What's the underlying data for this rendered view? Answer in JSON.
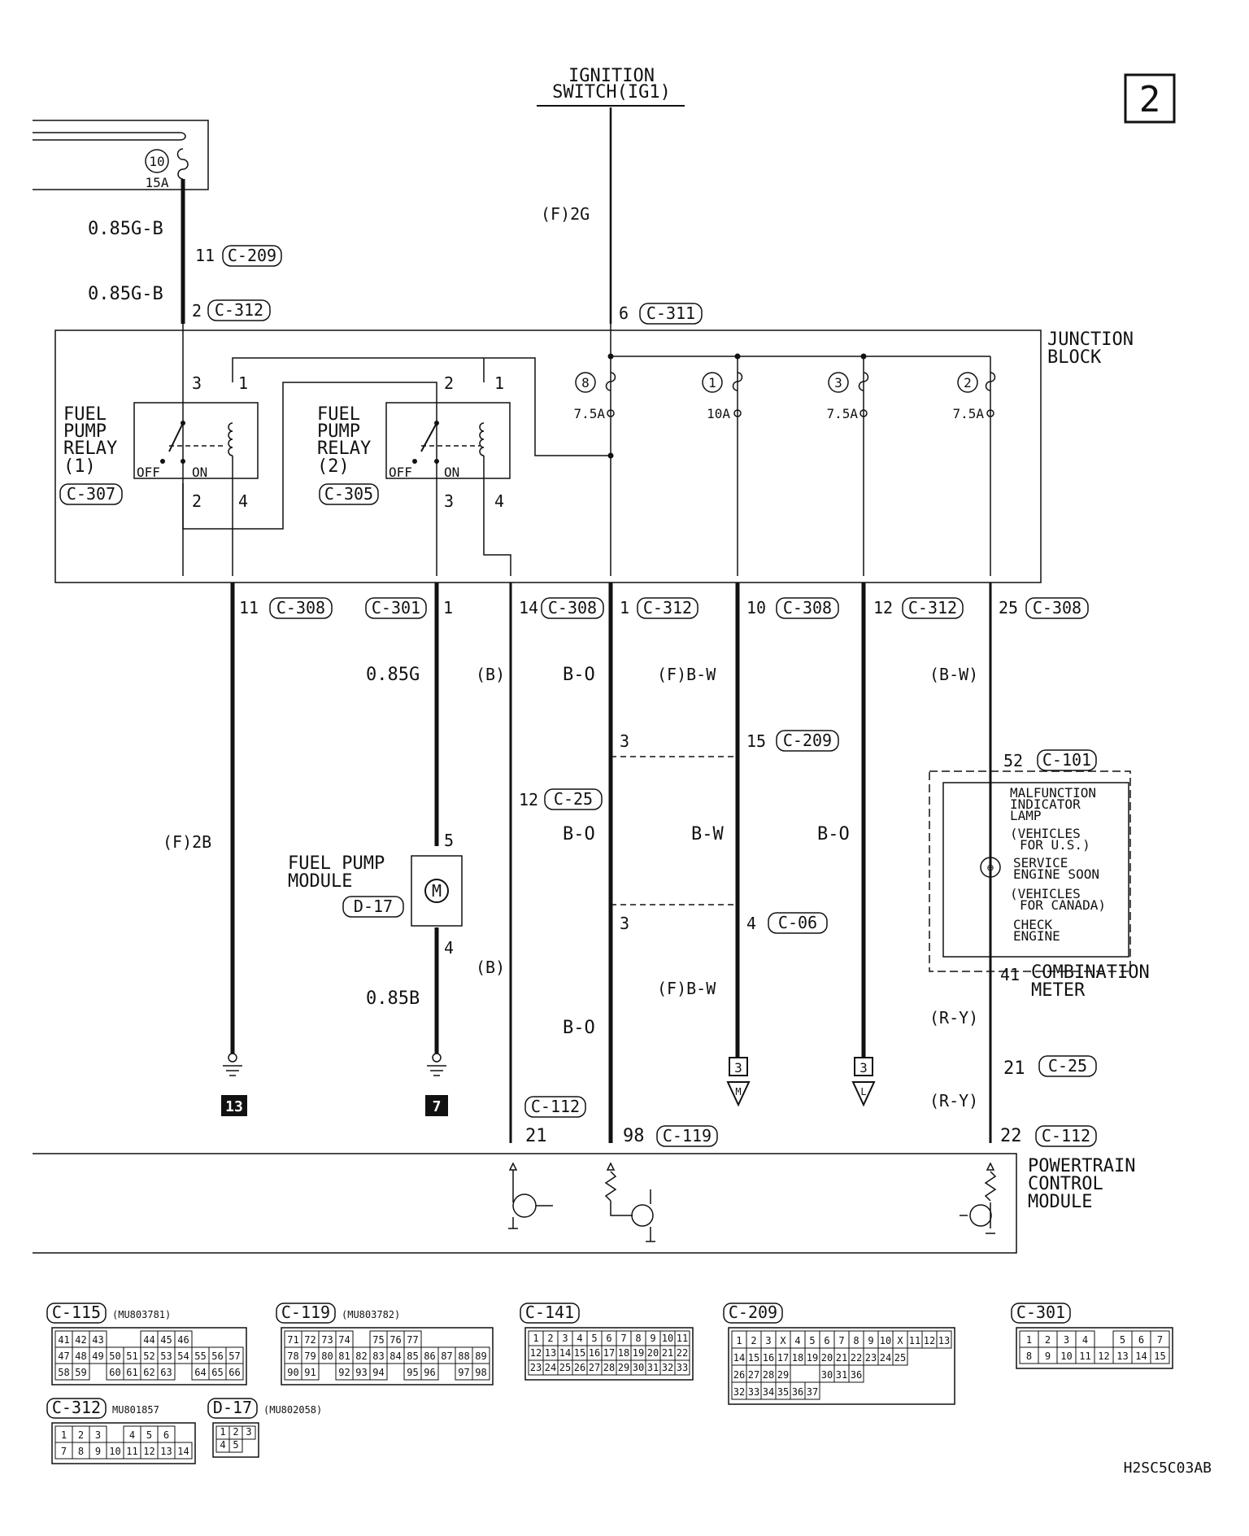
{
  "page_number": "2",
  "figure_code": "H2SC5C03AB",
  "ignition": {
    "line1": "IGNITION",
    "line2": "SWITCH(IG1)"
  },
  "left_fuse": {
    "number": "10",
    "rating": "15A"
  },
  "wire_labels": {
    "top_left_1": "0.85G-B",
    "top_left_2": "0.85G-B",
    "ign_wire": "(F)2G",
    "w1_mid": "(F)2B",
    "w2_top": "0.85G",
    "w2_bot": "0.85B",
    "w3_top": "(B)",
    "w3_bot": "(B)",
    "w4_top": "B-O",
    "w4_mid": "B-O",
    "w4_bot": "B-O",
    "w5_top": "(F)B-W",
    "w5_mid": "B-W",
    "w5_bot": "(F)B-W",
    "w6_mid": "B-O",
    "w7_top": "(B-W)",
    "w7_mid": "(R-Y)",
    "w7_bot": "(R-Y)"
  },
  "pins": {
    "p11": "11",
    "p2": "2",
    "p6": "6",
    "r1_3": "3",
    "r1_1": "1",
    "r1_2": "2",
    "r1_4": "4",
    "r2_2": "2",
    "r2_1": "1",
    "r2_3": "3",
    "r2_4": "4",
    "b11": "11",
    "b1": "1",
    "b14": "14",
    "b1b": "1",
    "b10": "10",
    "b12": "12",
    "b25": "25",
    "j3a": "3",
    "j15": "15",
    "j12": "12",
    "j3b": "3",
    "j4": "4",
    "m5": "5",
    "m4": "4",
    "c52": "52",
    "c41": "41",
    "c21": "21",
    "c22": "22",
    "e21": "21",
    "e98": "98"
  },
  "connectors": {
    "c209a": "C-209",
    "c312a": "C-312",
    "c311": "C-311",
    "c307": "C-307",
    "c305": "C-305",
    "c308a": "C-308",
    "c301a": "C-301",
    "c308b": "C-308",
    "c312b": "C-312",
    "c308c": "C-308",
    "c312c": "C-312",
    "c308d": "C-308",
    "c209b": "C-209",
    "c25a": "C-25",
    "c06": "C-06",
    "c101": "C-101",
    "c25b": "C-25",
    "c112a": "C-112",
    "c119a": "C-119",
    "c112b": "C-112",
    "d17": "D-17"
  },
  "junction_block": {
    "line1": "JUNCTION",
    "line2": "BLOCK"
  },
  "relay1": {
    "l1": "FUEL",
    "l2": "PUMP",
    "l3": "RELAY",
    "l4": "(1)",
    "off": "OFF",
    "on": "ON"
  },
  "relay2": {
    "l1": "FUEL",
    "l2": "PUMP",
    "l3": "RELAY",
    "l4": "(2)",
    "off": "OFF",
    "on": "ON"
  },
  "fuses": [
    {
      "number": "8",
      "rating": "7.5A"
    },
    {
      "number": "1",
      "rating": "10A"
    },
    {
      "number": "3",
      "rating": "7.5A"
    },
    {
      "number": "2",
      "rating": "7.5A"
    }
  ],
  "fuel_pump_module": {
    "line1": "FUEL PUMP",
    "line2": "MODULE",
    "motor": "M"
  },
  "meter": {
    "lines": [
      "MALFUNCTION",
      "INDICATOR",
      "LAMP",
      "(VEHICLES",
      "FOR U.S.)",
      "SERVICE",
      "ENGINE SOON",
      "(VEHICLES",
      "FOR CANADA)",
      "CHECK",
      "ENGINE"
    ],
    "combo1": "COMBINATION",
    "combo2": "METER"
  },
  "grounds": {
    "g13": "13",
    "g7": "7"
  },
  "refs": {
    "r1_num": "3",
    "r1_letter": "M",
    "r2_num": "3",
    "r2_letter": "L"
  },
  "pcm": {
    "line1": "POWERTRAIN",
    "line2": "CONTROL",
    "line3": "MODULE"
  },
  "connector_views": [
    {
      "name": "C-115",
      "part": "(MU803781)",
      "rows": [
        [
          "41",
          "42",
          "43",
          "",
          "",
          "44",
          "45",
          "46"
        ],
        [
          "47",
          "48",
          "49",
          "50",
          "51",
          "52",
          "53",
          "54",
          "55",
          "56",
          "57"
        ],
        [
          "58",
          "59",
          "",
          "60",
          "61",
          "62",
          "63",
          "",
          "64",
          "65",
          "66"
        ]
      ]
    },
    {
      "name": "C-119",
      "part": "(MU803782)",
      "rows": [
        [
          "71",
          "72",
          "73",
          "74",
          "",
          "75",
          "76",
          "77"
        ],
        [
          "78",
          "79",
          "80",
          "81",
          "82",
          "83",
          "84",
          "85",
          "86",
          "87",
          "88",
          "89"
        ],
        [
          "90",
          "91",
          "",
          "92",
          "93",
          "94",
          "",
          "95",
          "96",
          "",
          "97",
          "98"
        ]
      ]
    },
    {
      "name": "C-141",
      "part": "",
      "rows": [
        [
          "1",
          "2",
          "3",
          "4",
          "5",
          "6",
          "7",
          "8",
          "9",
          "10",
          "11"
        ],
        [
          "12",
          "13",
          "14",
          "15",
          "16",
          "17",
          "18",
          "19",
          "20",
          "21",
          "22"
        ],
        [
          "23",
          "24",
          "25",
          "26",
          "27",
          "28",
          "29",
          "30",
          "31",
          "32",
          "33"
        ]
      ]
    },
    {
      "name": "C-209",
      "part": "",
      "rows": [
        [
          "1",
          "2",
          "3",
          "X",
          "4",
          "5",
          "6",
          "7",
          "8",
          "9",
          "10",
          "X",
          "11",
          "12",
          "13"
        ],
        [
          "14",
          "15",
          "16",
          "17",
          "18",
          "19",
          "20",
          "21",
          "22",
          "23",
          "24",
          "25"
        ],
        [
          "26",
          "27",
          "28",
          "29",
          "",
          "",
          "30",
          "31",
          "36"
        ],
        [
          "32",
          "33",
          "34",
          "35",
          "36",
          "37"
        ]
      ]
    },
    {
      "name": "C-301",
      "part": "",
      "rows": [
        [
          "1",
          "2",
          "3",
          "4",
          "",
          "5",
          "6",
          "7"
        ],
        [
          "8",
          "9",
          "10",
          "11",
          "12",
          "13",
          "14",
          "15"
        ]
      ]
    },
    {
      "name": "C-312",
      "part": "MU801857",
      "rows": [
        [
          "1",
          "2",
          "3",
          "",
          "4",
          "5",
          "6"
        ],
        [
          "7",
          "8",
          "9",
          "10",
          "11",
          "12",
          "13",
          "14"
        ]
      ]
    },
    {
      "name": "D-17",
      "part": "(MU802058)",
      "rows": [
        [
          "1",
          "2",
          "3"
        ],
        [
          "4",
          "5"
        ]
      ]
    }
  ]
}
